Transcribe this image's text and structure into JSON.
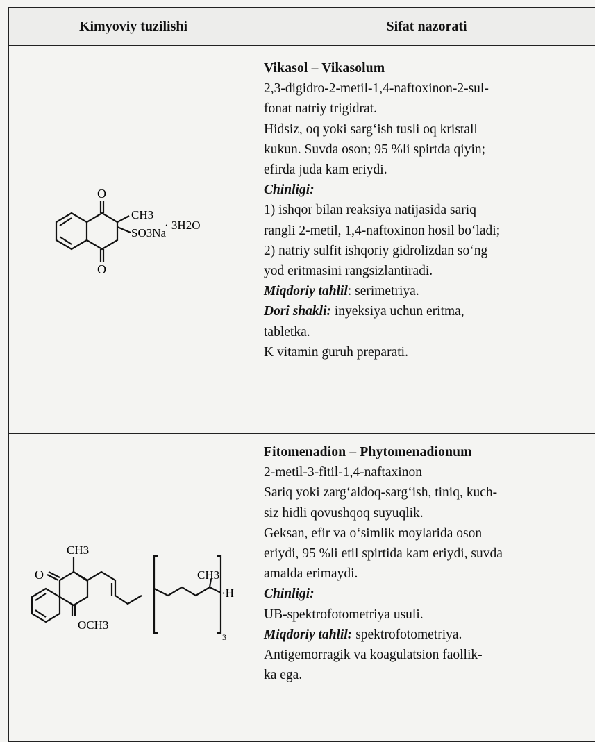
{
  "table": {
    "headers": [
      "Kimyoviy tuzilishi",
      "Sifat nazorati"
    ],
    "rows": [
      {
        "structure": {
          "labels": [
            "O",
            "CH3",
            "SO3Na",
            "· 3H2O",
            "O"
          ]
        },
        "name": "Vikasol – Vikasolum",
        "lines": [
          "2,3-digidro-2-metil-1,4-naftoxinon-2-sul-",
          "fonat natriy trigidrat.",
          "Hidsiz, oq yoki sarg‘ish tusli oq kristall",
          "kukun. Suvda oson; 95 %li spirtda qiyin;",
          "efirda juda kam eriydi."
        ],
        "identity_heading": "Chinligi:",
        "identity_lines": [
          "1) ishqor bilan reaksiya natijasida sariq",
          "rangli 2-metil, 1,4-naftoxinon hosil bo‘ladi;",
          "2) natriy sulfit ishqoriy gidrolizdan so‘ng",
          "yod eritmasini rangsizlantiradi."
        ],
        "assay_heading": "Miqdoriy tahlil",
        "assay_text": ": serimetriya.",
        "form_heading": "Dori shakli:",
        "form_lines": [
          " inyeksiya uchun eritma,",
          "tabletka."
        ],
        "footer_lines": [
          "K vitamin guruh preparati."
        ]
      },
      {
        "structure": {
          "labels": [
            "CH3",
            "O",
            "OCH3",
            "CH3",
            "·H",
            "3"
          ]
        },
        "name": "Fitomenadion – Phytomenadionum",
        "lines": [
          "2-metil-3-fitil-1,4-naftaxinon",
          "Sariq yoki zarg‘aldoq-sarg‘ish, tiniq, kuch-",
          "siz hidli qovushqoq suyuqlik.",
          "Geksan, efir va o‘simlik moylarida oson",
          "eriydi, 95 %li etil spirtida kam eriydi, suvda",
          "amalda erimaydi."
        ],
        "identity_heading": "Chinligi:",
        "identity_lines": [
          "UB-spektrofotometriya usuli."
        ],
        "assay_heading": "Miqdoriy tahlil:",
        "assay_text": " spektrofotometriya.",
        "footer_lines": [
          "Antigemorragik va koagulatsion faollik-",
          "ka ega."
        ]
      }
    ]
  }
}
